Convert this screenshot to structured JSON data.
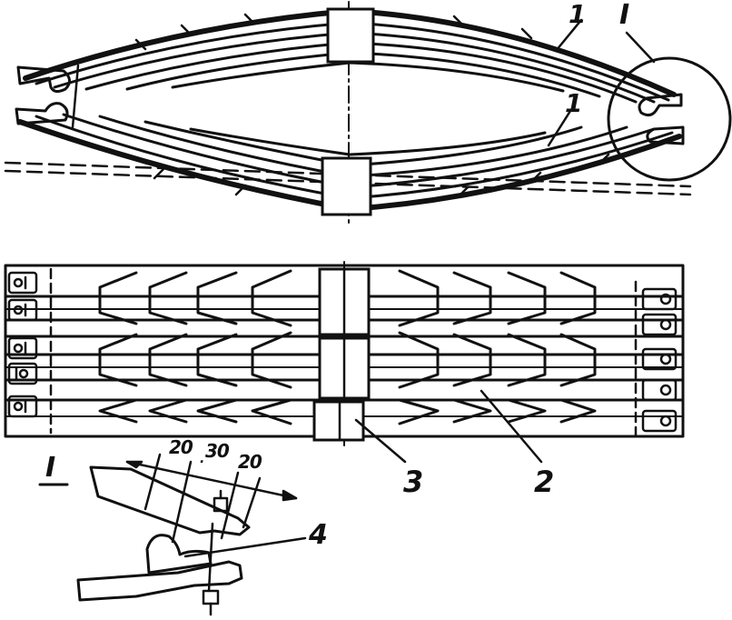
{
  "labels": {
    "leaf_upper": "1",
    "leaf_lower": "1",
    "detail_marker_top": "I",
    "detail_title": "I",
    "clamp": "3",
    "leaf_pack": "2",
    "bracket": "4"
  },
  "dimensions": {
    "d1": "20",
    "d2": "30",
    "d3": "20"
  }
}
